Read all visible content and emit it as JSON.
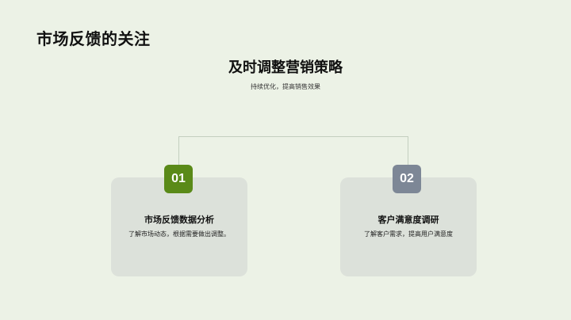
{
  "page": {
    "title": "市场反馈的关注",
    "heading": "及时调整营销策略",
    "subtitle": "持续优化，提高销售效果"
  },
  "colors": {
    "background": "#ecf2e6",
    "card": "#dce1da",
    "badge_1": "#5a8a18",
    "badge_2": "#7d8796",
    "connector": "#c3cfbf"
  },
  "cards": [
    {
      "number": "01",
      "title": "市场反馈数据分析",
      "description": "了解市场动态，根据需要做出调整。"
    },
    {
      "number": "02",
      "title": "客户满意度调研",
      "description": "了解客户需求，提高用户满意度"
    }
  ]
}
